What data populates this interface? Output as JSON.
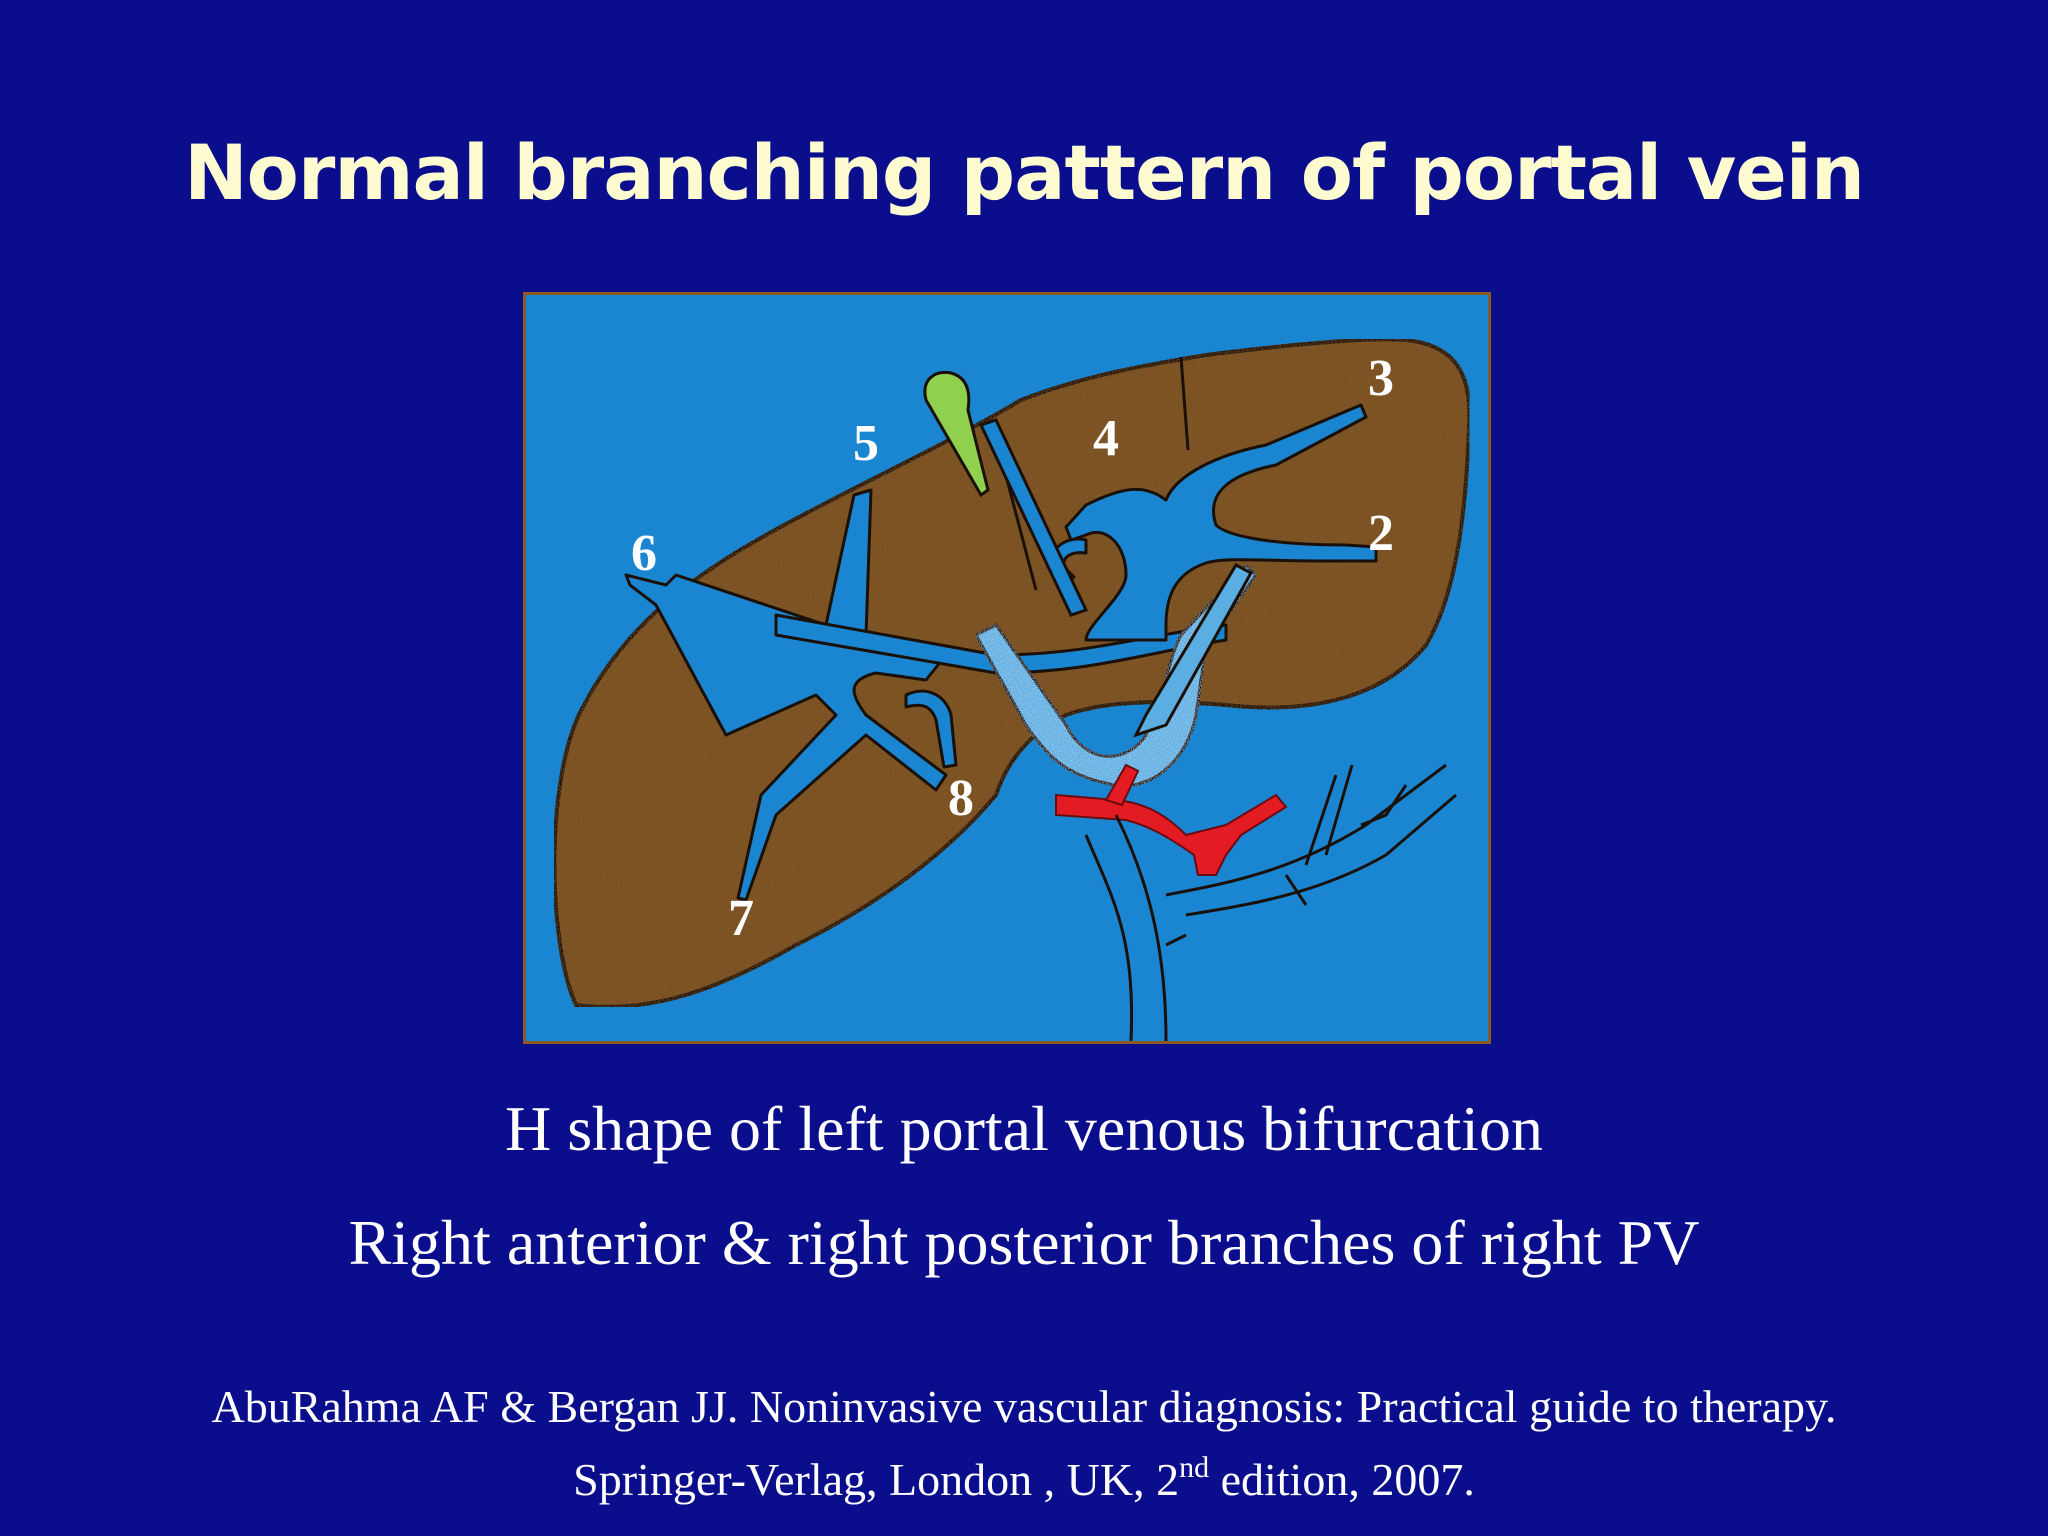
{
  "slide": {
    "title": "Normal branching pattern of portal vein",
    "figure": {
      "segment_labels": [
        "2",
        "3",
        "4",
        "5",
        "6",
        "7",
        "8"
      ],
      "colors": {
        "background": "#1a86d2",
        "liver": "#7a4f22",
        "vessel": "#1a86d2",
        "gallbladder": "#8fd14f",
        "artery": "#e31b23",
        "frame": "#8a5a22"
      }
    },
    "captions": [
      "H shape of left portal venous bifurcation",
      "Right anterior & right posterior branches of right PV"
    ],
    "reference": {
      "line1": "AbuRahma AF & Bergan JJ.  Noninvasive vascular diagnosis: Practical guide to therapy.",
      "line2_before": "Springer-Verlag,  London , UK, 2",
      "line2_sup": "nd",
      "line2_after": " edition, 2007."
    }
  }
}
